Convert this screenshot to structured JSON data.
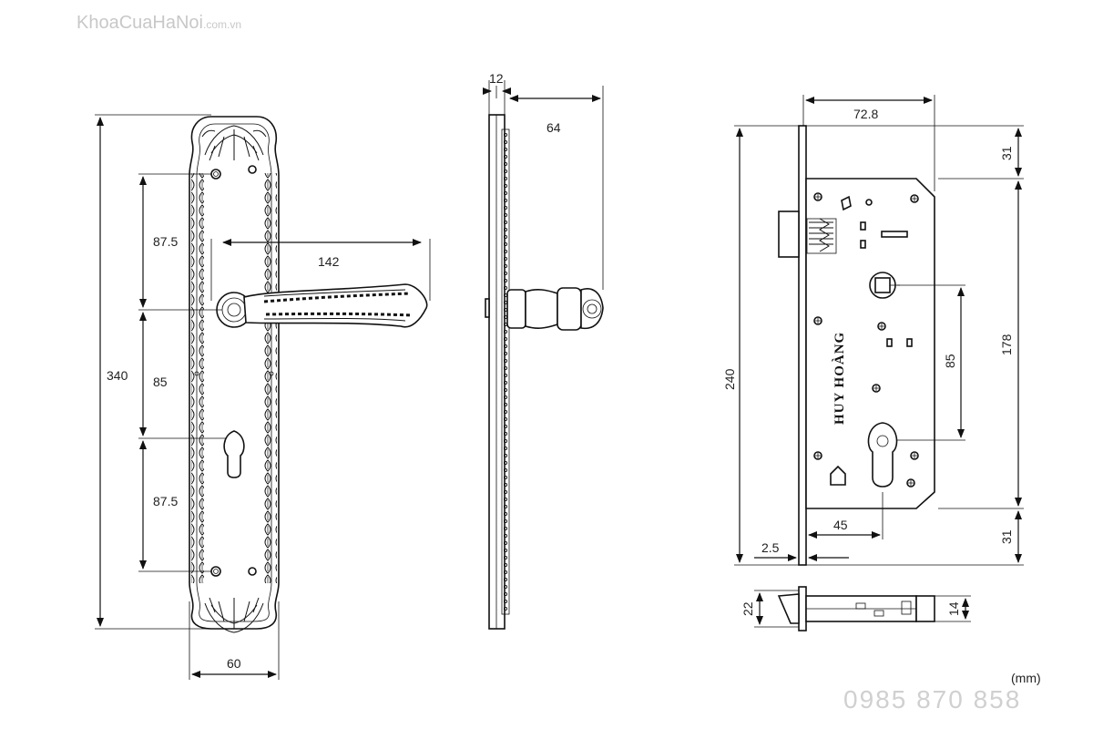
{
  "watermark": {
    "site": "KhoaCuaHaNoi",
    "tld": ".com.vn"
  },
  "phone": "0985 870 858",
  "unit": "(mm)",
  "brand_text": "HUY HOÀNG",
  "dims": {
    "plate_height": "340",
    "plate_width": "60",
    "upper_spacing": "87.5",
    "mid_spacing": "85",
    "lower_spacing": "87.5",
    "handle_length": "142",
    "plate_thickness": "12",
    "handle_projection": "64",
    "lock_width": "72.8",
    "lock_top": "31",
    "lock_body": "178",
    "lock_bottom": "31",
    "lock_total": "240",
    "lock_center": "85",
    "backset": "45",
    "faceplate": "2.5",
    "latch_height": "22",
    "latch_depth": "14"
  }
}
